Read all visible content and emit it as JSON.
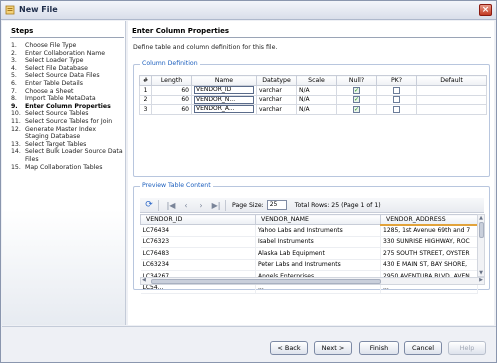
{
  "window": {
    "title": "New File"
  },
  "steps": {
    "heading": "Steps",
    "items": [
      {
        "n": "1.",
        "label": "Choose File Type"
      },
      {
        "n": "2.",
        "label": "Enter Collaboration Name"
      },
      {
        "n": "3.",
        "label": "Select Loader Type"
      },
      {
        "n": "4.",
        "label": "Select File Database"
      },
      {
        "n": "5.",
        "label": "Select Source Data Files"
      },
      {
        "n": "6.",
        "label": "Enter Table Details"
      },
      {
        "n": "7.",
        "label": "Choose a Sheet"
      },
      {
        "n": "8.",
        "label": "Import Table MetaData"
      },
      {
        "n": "9.",
        "label": "Enter Column Properties"
      },
      {
        "n": "10.",
        "label": "Select Source Tables"
      },
      {
        "n": "11.",
        "label": "Select Source Tables for Join"
      },
      {
        "n": "12.",
        "label": "Generate Master Index"
      },
      {
        "n": "",
        "label": "Staging Database"
      },
      {
        "n": "13.",
        "label": "Select Target Tables"
      },
      {
        "n": "14.",
        "label": "Select Bulk Loader Source Data"
      },
      {
        "n": "",
        "label": "Files"
      },
      {
        "n": "15.",
        "label": "Map Collaboration Tables"
      }
    ],
    "active_index": 8
  },
  "content": {
    "title": "Enter Column Properties",
    "description": "Define table and column definition for this file."
  },
  "column_definition": {
    "legend": "Column Definition",
    "headers": [
      "#",
      "Length",
      "Name",
      "Datatype",
      "Scale",
      "Null?",
      "PK?",
      "Default"
    ],
    "rows": [
      {
        "num": "1",
        "length": "60",
        "name": "VENDOR_ID",
        "datatype": "varchar",
        "scale": "N/A",
        "null": true,
        "pk": false,
        "default": ""
      },
      {
        "num": "2",
        "length": "60",
        "name": "VENDOR_N...",
        "datatype": "varchar",
        "scale": "N/A",
        "null": true,
        "pk": false,
        "default": ""
      },
      {
        "num": "3",
        "length": "60",
        "name": "VENDOR_A...",
        "datatype": "varchar",
        "scale": "N/A",
        "null": true,
        "pk": false,
        "default": ""
      }
    ]
  },
  "preview": {
    "legend": "Preview Table Content",
    "page_size_label": "Page Size:",
    "page_size_value": "25",
    "total_rows": "Total Rows:  25 (Page 1 of 1)",
    "headers": [
      "VENDOR_ID",
      "VENDOR_NAME",
      "VENDOR_ADDRESS"
    ],
    "rows": [
      [
        "LC76434",
        "Yahoo Labs and Instruments",
        "1285, 1st Avenue 69th and 7"
      ],
      [
        "LC76323",
        "Isabel Instruments",
        "330 SUNRISE HIGHWAY, ROC"
      ],
      [
        "LC76483",
        "Alaska Lab Equipment",
        "275 SOUTH STREET, OYSTER"
      ],
      [
        "LC63234",
        "Peter Labs and Instruments",
        "430 E MAIN ST, BAY SHORE,"
      ],
      [
        "LC34267",
        "Angels Enterprises",
        "2950 AVENTURA BLVD, AVEN"
      ],
      [
        "LC54...",
        "...",
        "..."
      ]
    ]
  },
  "buttons": {
    "back": "< Back",
    "next": "Next >",
    "finish": "Finish",
    "cancel": "Cancel",
    "help": "Help"
  }
}
